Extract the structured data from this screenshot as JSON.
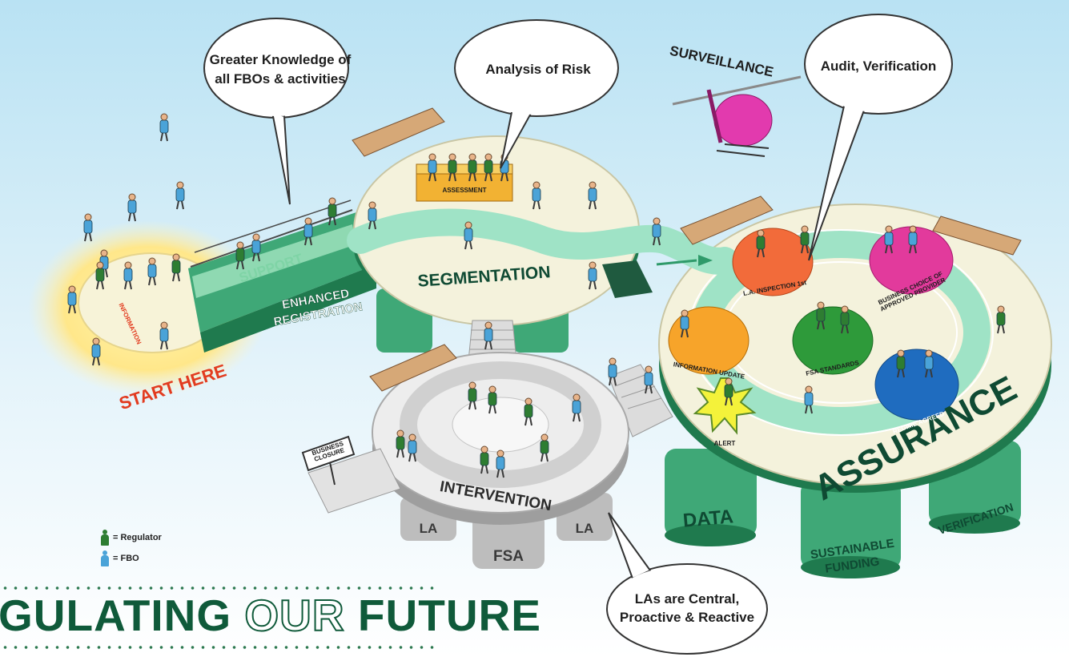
{
  "bubbles": {
    "knowledge_line1": "Greater Knowledge of",
    "knowledge_line2": "all FBOs & activities",
    "risk": "Analysis of Risk",
    "audit": "Audit, Verification",
    "las_line1": "LAs are Central,",
    "las_line2": "Proactive & Reactive"
  },
  "platforms": {
    "segmentation": "SEGMENTATION",
    "assurance": "ASSURANCE",
    "intervention": "INTERVENTION",
    "surveillance": "SURVEILLANCE",
    "start_here": "START HERE",
    "enhanced_line1": "ENHANCED",
    "enhanced_line2": "REGISTRATION",
    "support": "SUPPORT",
    "information": "INFORMATION",
    "assessment": "ASSESSMENT"
  },
  "circles": {
    "la_inspection": "L.A. INSPECTION 1st",
    "business_choice_line1": "BUSINESS CHOICE OF",
    "business_choice_line2": "APPROVED PROVIDER",
    "fsa_standards": "FSA STANDARDS",
    "information_update": "INFORMATION UPDATE",
    "regime_agreed": "REGIME AGREED",
    "alert": "ALERT"
  },
  "pillars": {
    "data": "DATA",
    "sustainable_line1": "SUSTAINABLE",
    "sustainable_line2": "FUNDING",
    "verification": "VERIFICATION",
    "la_left": "LA",
    "fsa": "FSA",
    "la_right": "LA"
  },
  "sign": {
    "line1": "BUSINESS",
    "line2": "CLOSURE"
  },
  "legend": {
    "regulator": "= Regulator",
    "fbo": "= FBO"
  },
  "footer": {
    "title_a": "GULATING ",
    "title_b": "OUR",
    "title_c": " FUTURE"
  },
  "colors": {
    "regulator": "#2e7d32",
    "fbo": "#4aa3d8",
    "path": "#9fe3c6",
    "platform": "#f4f2dc",
    "green_dark": "#0f5a3a"
  }
}
